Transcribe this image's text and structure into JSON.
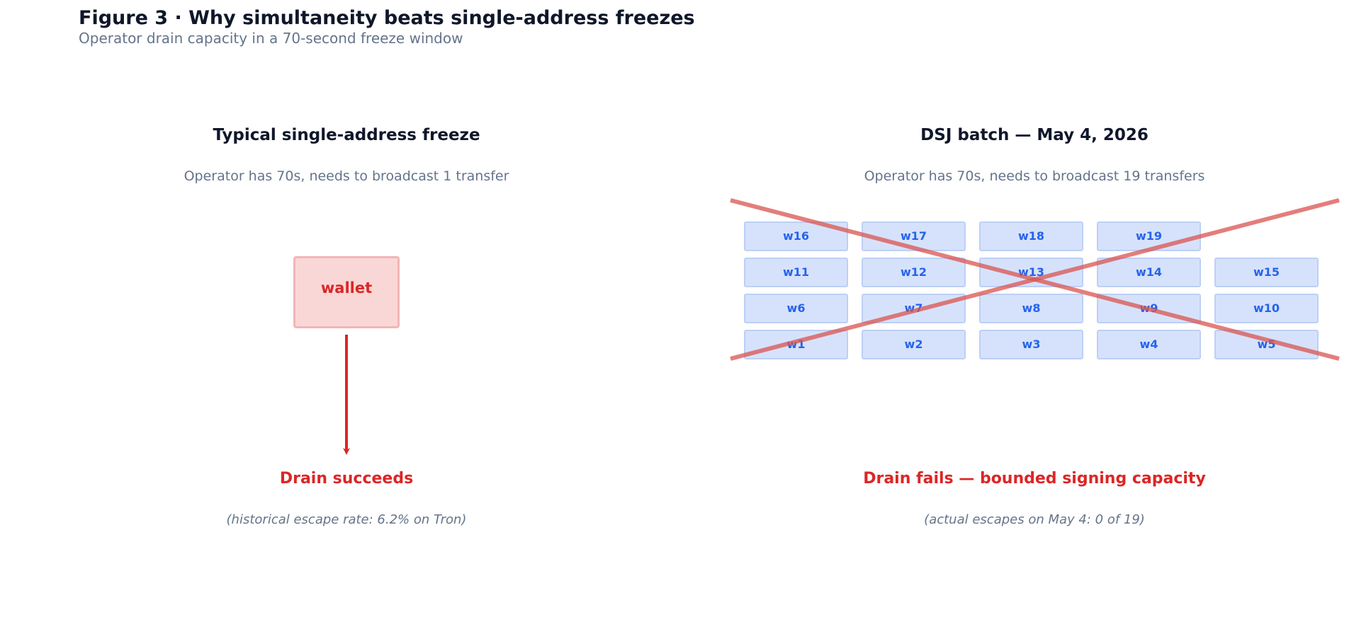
{
  "figure": {
    "title": "Figure 3 · Why simultaneity beats single-address freezes",
    "subtitle": "Operator drain capacity in a 70-second freeze window"
  },
  "left_panel": {
    "title": "Typical single-address freeze",
    "subtitle": "Operator has 70s, needs to broadcast 1 transfer",
    "wallet_label": "wallet",
    "outcome": "Drain succeeds",
    "note": "(historical escape rate: 6.2% on Tron)"
  },
  "right_panel": {
    "title": "DSJ batch — May 4, 2026",
    "subtitle": "Operator has 70s, needs to broadcast 19 transfers",
    "rows": [
      [
        "w16",
        "w17",
        "w18",
        "w19"
      ],
      [
        "w11",
        "w12",
        "w13",
        "w14",
        "w15"
      ],
      [
        "w6",
        "w7",
        "w8",
        "w9",
        "w10"
      ],
      [
        "w1",
        "w2",
        "w3",
        "w4",
        "w5"
      ]
    ],
    "outcome": "Drain fails — bounded signing capacity",
    "note": "(actual escapes on May 4: 0 of 19)"
  },
  "colors": {
    "accent_red": "#dc2626",
    "cross_red": "#e06060",
    "wallet_blue": "#2563eb",
    "wallet_fill": "#d6e2fb",
    "title_dark": "#0f172a",
    "muted": "#64748b"
  }
}
